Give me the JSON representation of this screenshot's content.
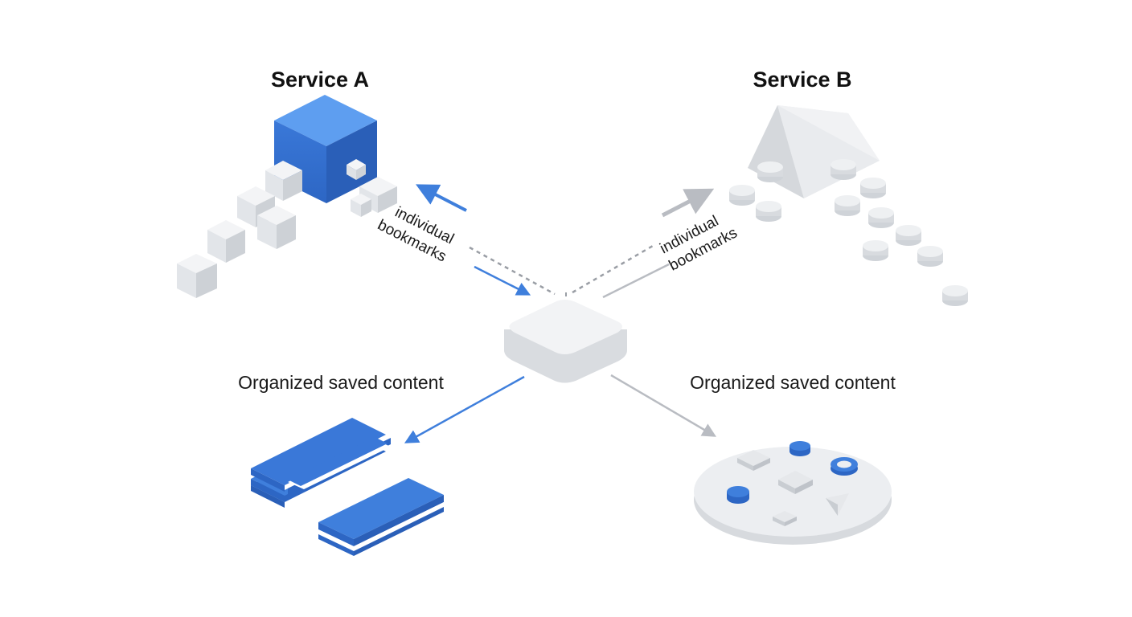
{
  "services": {
    "a": {
      "title": "Service A"
    },
    "b": {
      "title": "Service B"
    }
  },
  "edges": {
    "a_label_line1": "individual",
    "a_label_line2": "bookmarks",
    "b_label_line1": "individual",
    "b_label_line2": "bookmarks"
  },
  "outputs": {
    "left_caption": "Organized saved content",
    "right_caption": "Organized saved content"
  },
  "colors": {
    "accent_blue": "#3f7fdc",
    "neutral_gray": "#e4e6ea",
    "arrow_gray": "#b9bcc2"
  }
}
